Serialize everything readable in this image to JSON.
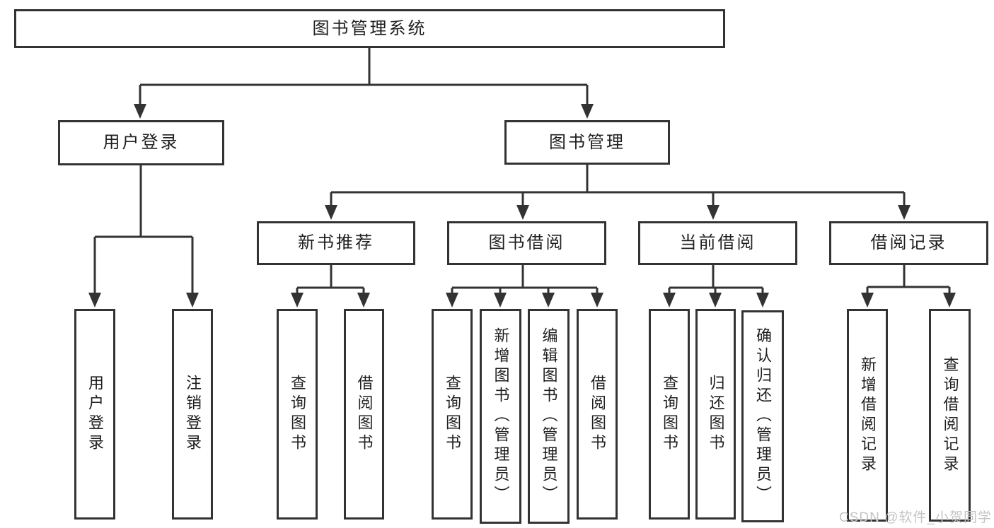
{
  "tree": {
    "root": "图书管理系统",
    "children": [
      {
        "label": "用户登录",
        "children": [
          "用户登录",
          "注销登录"
        ]
      },
      {
        "label": "图书管理",
        "children": [
          {
            "label": "新书推荐",
            "children": [
              "查询图书",
              "借阅图书"
            ]
          },
          {
            "label": "图书借阅",
            "children": [
              "查询图书",
              "新增图书（管理员）",
              "编辑图书（管理员）",
              "借阅图书"
            ]
          },
          {
            "label": "当前借阅",
            "children": [
              "查询图书",
              "归还图书",
              "确认归还（管理员）"
            ]
          },
          {
            "label": "借阅记录",
            "children": [
              "新增借阅记录",
              "查询借阅记录"
            ]
          }
        ]
      }
    ]
  },
  "watermark": {
    "text": "CSDN @软件_小贺同学"
  },
  "colors": {
    "line": "#333333",
    "box_background": "#ffffff",
    "text": "#1f1f1f",
    "watermark": "#c4c4c4",
    "page_background": "#ffffff"
  }
}
